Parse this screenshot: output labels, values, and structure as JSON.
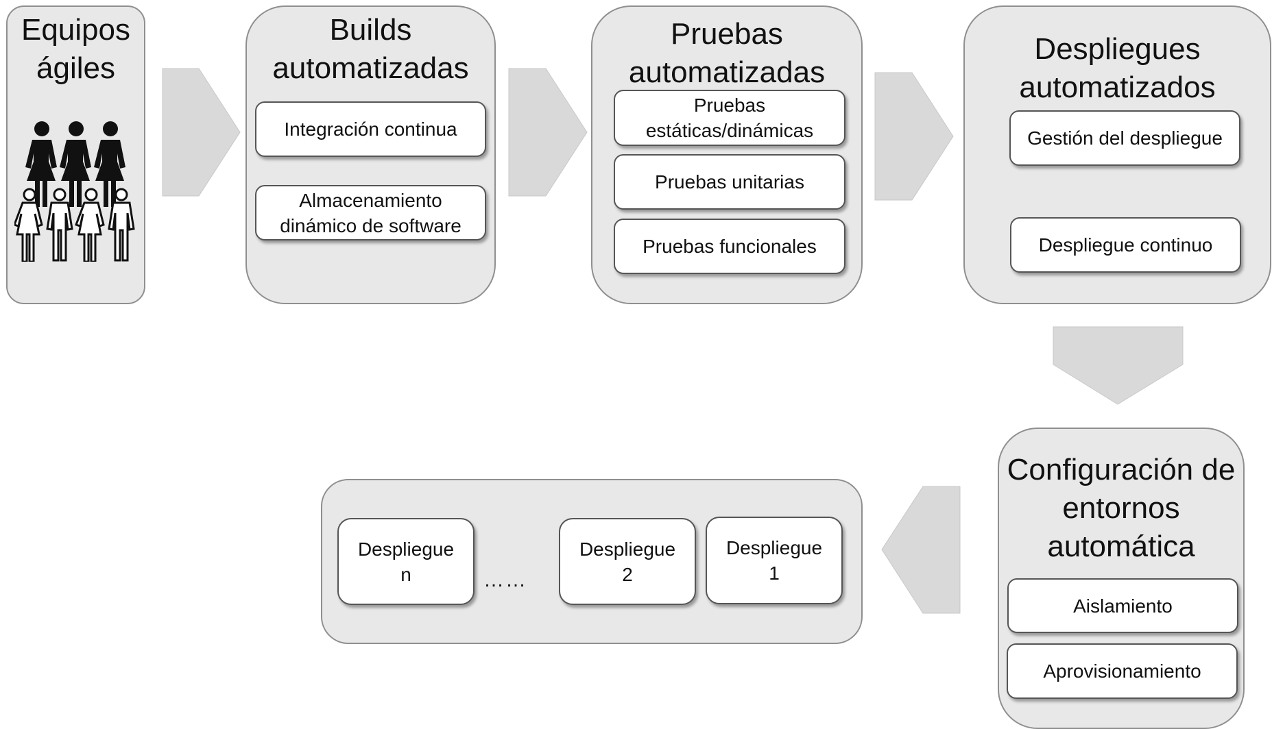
{
  "stages": {
    "teams": {
      "title": "Equipos\nágiles",
      "icon": "people-group-icon"
    },
    "builds": {
      "title": "Builds\nautomatizadas",
      "items": [
        "Integración continua",
        "Almacenamiento\ndinámico de software"
      ]
    },
    "tests": {
      "title": "Pruebas\nautomatizadas",
      "items": [
        "Pruebas\nestáticas/dinámicas",
        "Pruebas unitarias",
        "Pruebas funcionales"
      ]
    },
    "deploys": {
      "title": "Despliegues\nautomatizados",
      "items": [
        "Gestión del despliegue",
        "Despliegue continuo"
      ]
    },
    "config": {
      "title": "Configuración de\nentornos\nautomática",
      "items": [
        "Aislamiento",
        "Aprovisionamiento"
      ]
    },
    "deployments": {
      "items": [
        "Despliegue\nn",
        "Despliegue\n2",
        "Despliegue\n1"
      ],
      "ellipsis": "……"
    }
  },
  "colors": {
    "stage_fill": "#e8e8e8",
    "stage_border": "#8f8f8f",
    "arrow_fill": "#d9d9d9",
    "box_border": "#555555"
  }
}
